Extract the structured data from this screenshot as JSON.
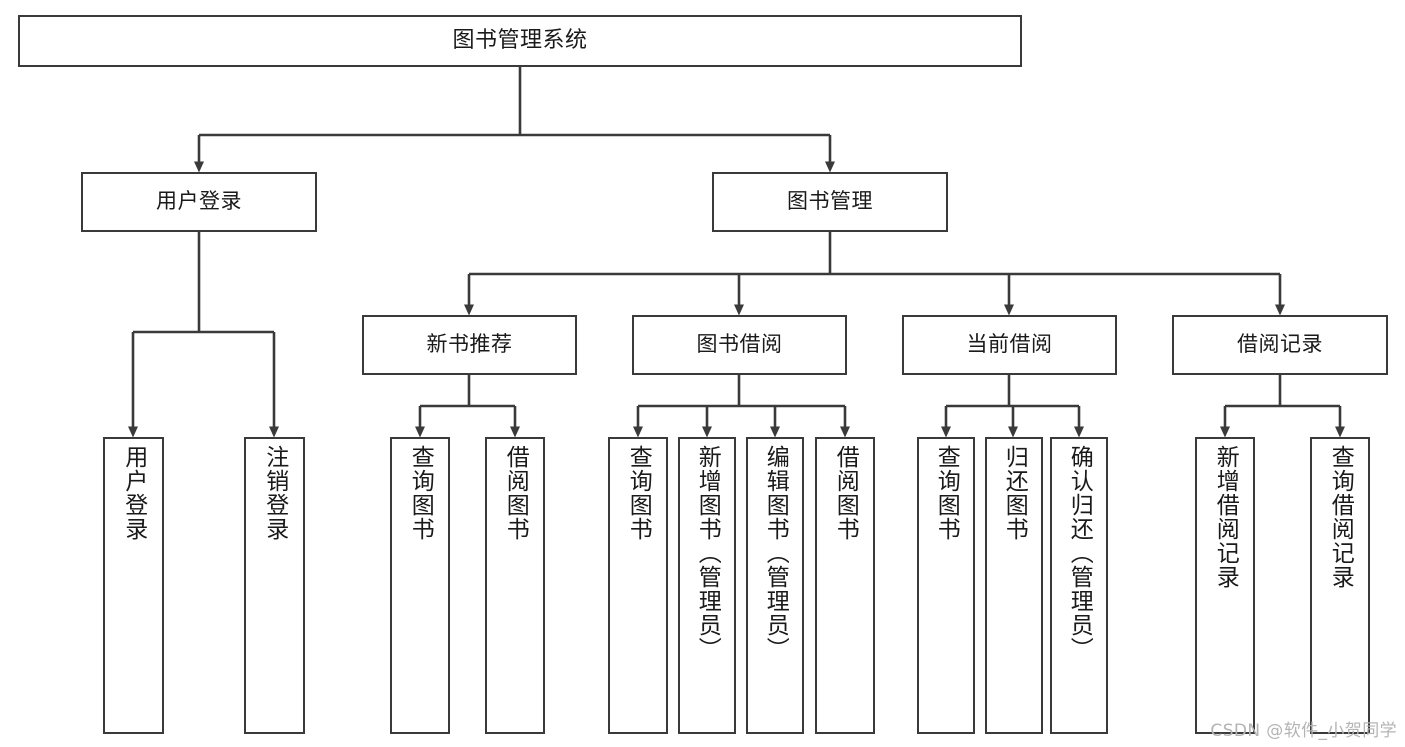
{
  "diagram": {
    "title_node": {
      "label": "图书管理系统"
    },
    "level2": [
      {
        "label": "用户登录"
      },
      {
        "label": "图书管理"
      }
    ],
    "level3": [
      {
        "label": "新书推荐"
      },
      {
        "label": "图书借阅"
      },
      {
        "label": "当前借阅"
      },
      {
        "label": "借阅记录"
      }
    ],
    "leaves": [
      {
        "label": "用户登录"
      },
      {
        "label": "注销登录"
      },
      {
        "label": "查询图书"
      },
      {
        "label": "借阅图书"
      },
      {
        "label": "查询图书"
      },
      {
        "label": "新增图书（管理员）"
      },
      {
        "label": "编辑图书（管理员）"
      },
      {
        "label": "借阅图书"
      },
      {
        "label": "查询图书"
      },
      {
        "label": "归还图书"
      },
      {
        "label": "确认归还（管理员）"
      },
      {
        "label": "新增借阅记录"
      },
      {
        "label": "查询借阅记录"
      }
    ]
  },
  "watermark": {
    "text": "CSDN @软件_小贺同学"
  },
  "colors": {
    "stroke": "#3a3a3a",
    "box_fill": "#ffffff",
    "text": "#1a1a1a",
    "watermark": "#b4b4b4"
  }
}
